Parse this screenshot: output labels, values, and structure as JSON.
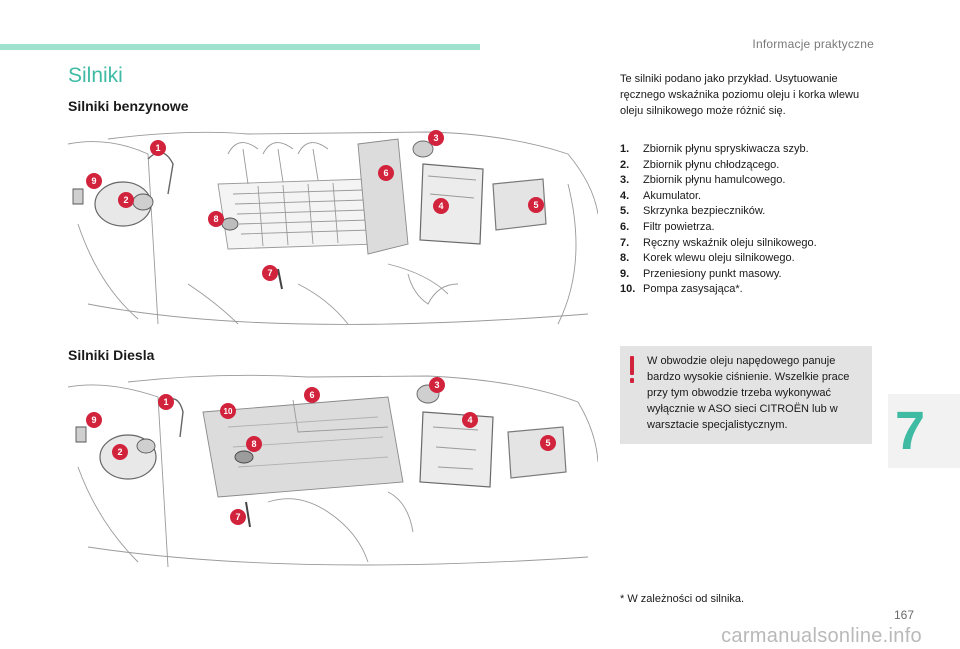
{
  "header": {
    "section": "Informacje praktyczne"
  },
  "page": {
    "title": "Silniki",
    "petrol_heading": "Silniki benzynowe",
    "diesel_heading": "Silniki Diesla",
    "intro": "Te silniki podano jako przykład. Usytuowanie ręcznego wskaźnika poziomu oleju i korka wlewu oleju silnikowego może różnić się.",
    "parts": [
      {
        "num": "1.",
        "label": "Zbiornik płynu spryskiwacza szyb."
      },
      {
        "num": "2.",
        "label": "Zbiornik płynu chłodzącego."
      },
      {
        "num": "3.",
        "label": "Zbiornik płynu hamulcowego."
      },
      {
        "num": "4.",
        "label": "Akumulator."
      },
      {
        "num": "5.",
        "label": "Skrzynka bezpieczników."
      },
      {
        "num": "6.",
        "label": "Filtr powietrza."
      },
      {
        "num": "7.",
        "label": "Ręczny wskaźnik oleju silnikowego."
      },
      {
        "num": "8.",
        "label": "Korek wlewu oleju silnikowego."
      },
      {
        "num": "9.",
        "label": "Przeniesiony punkt masowy."
      },
      {
        "num": "10.",
        "label": "Pompa zasysająca*."
      }
    ],
    "warning": "W obwodzie oleju napędowego panuje bardzo wysokie ciśnienie. Wszelkie prace przy tym obwodzie trzeba wykonywać wyłącznie w ASO sieci CITROËN lub w warsztacie specjalistycznym.",
    "footnote": "*   W zależności od silnika.",
    "chapter": "7",
    "page_number": "167",
    "watermark": "carmanualsonline.info"
  },
  "petrol_callouts": [
    "1",
    "2",
    "3",
    "4",
    "5",
    "6",
    "7",
    "8",
    "9"
  ],
  "diesel_callouts": [
    "1",
    "2",
    "3",
    "4",
    "5",
    "6",
    "7",
    "8",
    "9",
    "10"
  ],
  "colors": {
    "accent": "#3fbba3",
    "accent_bar": "#9fe3cf",
    "callout": "#d2233d",
    "warning_bg": "#e3e3e3",
    "warning_icon": "#d2233d"
  }
}
